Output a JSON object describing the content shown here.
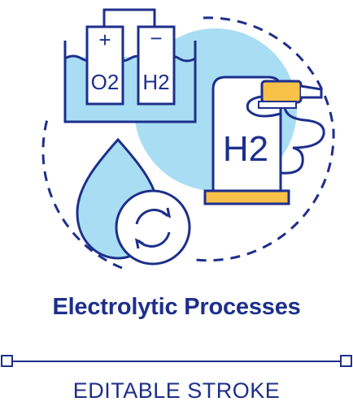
{
  "title": "Electrolytic Processes",
  "caption": "EDITABLE STROKE",
  "icon": {
    "name": "electrolysis-hydrogen-icon",
    "labels": {
      "anode_sign": "+",
      "cathode_sign": "−",
      "anode_gas": "O2",
      "cathode_gas": "H2",
      "station_gas": "H2"
    }
  },
  "colors": {
    "stroke": "#1d2f8c",
    "accent_blue": "#a9ddf3",
    "accent_yellow": "#f8c14a",
    "background": "#ffffff"
  }
}
